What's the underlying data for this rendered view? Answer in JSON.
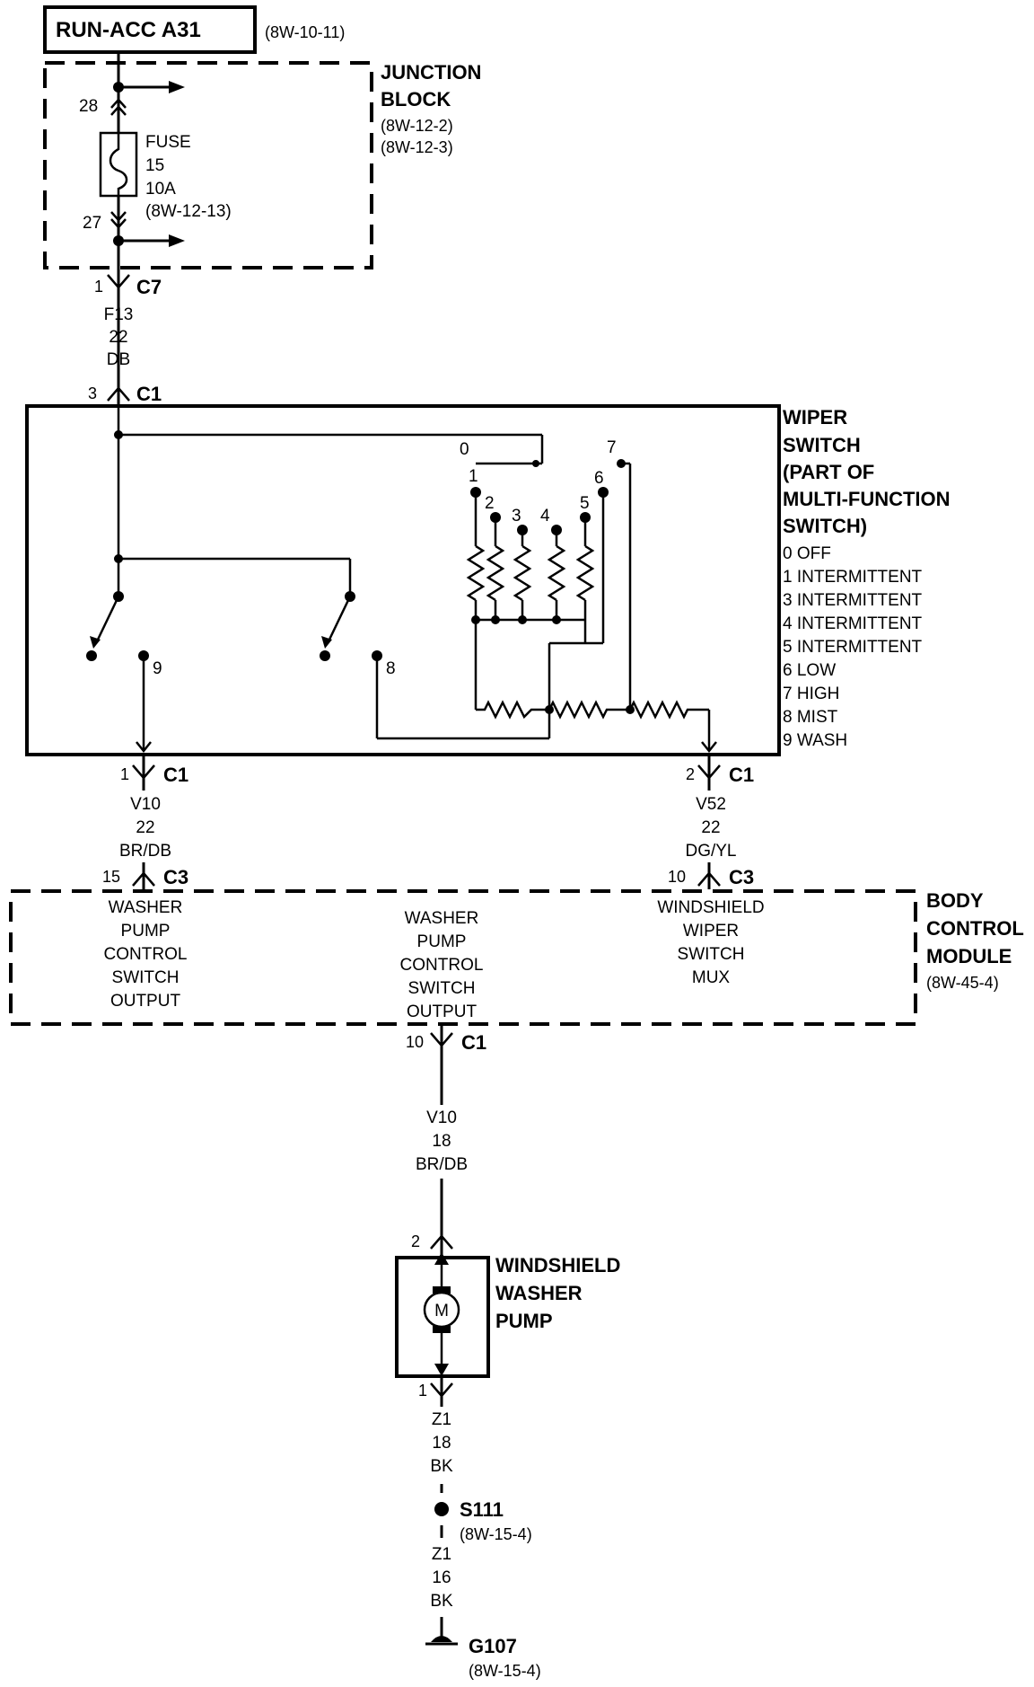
{
  "source": {
    "label": "RUN-ACC A31",
    "ref": "(8W-10-11)"
  },
  "junction_block": {
    "title": [
      "JUNCTION",
      "BLOCK"
    ],
    "refs": [
      "(8W-12-2)",
      "(8W-12-3)"
    ],
    "pin_in": "28",
    "pin_out": "27"
  },
  "fuse": {
    "lines": [
      "FUSE",
      "15",
      "10A",
      "(8W-12-13)"
    ]
  },
  "c7": {
    "pin": "1",
    "name": "C7"
  },
  "wire_f13": [
    "F13",
    "22",
    "DB"
  ],
  "wiper_c1_in": {
    "pin": "3",
    "name": "C1"
  },
  "wiper_switch": {
    "title": [
      "WIPER",
      "SWITCH",
      "(PART OF",
      "MULTI-FUNCTION",
      "SWITCH)"
    ],
    "positions": [
      "0 OFF",
      "1 INTERMITTENT",
      "3 INTERMITTENT",
      "4 INTERMITTENT",
      "5 INTERMITTENT",
      "6 LOW",
      "7 HIGH",
      "8 MIST",
      "9 WASH"
    ],
    "contact_labels": [
      "0",
      "1",
      "2",
      "3",
      "4",
      "5",
      "6",
      "7",
      "9",
      "8"
    ]
  },
  "wiper_c1_pin1": {
    "pin": "1",
    "name": "C1"
  },
  "wiper_c1_pin2": {
    "pin": "2",
    "name": "C1"
  },
  "wire_v10_a": [
    "V10",
    "22",
    "BR/DB"
  ],
  "wire_v52": [
    "V52",
    "22",
    "DG/YL"
  ],
  "bcm_c3_15": {
    "pin": "15",
    "name": "C3"
  },
  "bcm_c3_10": {
    "pin": "10",
    "name": "C3"
  },
  "bcm": {
    "title": [
      "BODY",
      "CONTROL",
      "MODULE"
    ],
    "ref": "(8W-45-4)",
    "inner_left": [
      "WASHER",
      "PUMP",
      "CONTROL",
      "SWITCH",
      "OUTPUT"
    ],
    "inner_mid": [
      "WASHER",
      "PUMP",
      "CONTROL",
      "SWITCH",
      "OUTPUT"
    ],
    "inner_right": [
      "WINDSHIELD",
      "WIPER",
      "SWITCH",
      "MUX"
    ]
  },
  "bcm_c1": {
    "pin": "10",
    "name": "C1"
  },
  "wire_v10_b": [
    "V10",
    "18",
    "BR/DB"
  ],
  "pump": {
    "title": [
      "WINDSHIELD",
      "WASHER",
      "PUMP"
    ],
    "pin_in": "2",
    "pin_out": "1",
    "motor": "M"
  },
  "wire_z1_a": [
    "Z1",
    "18",
    "BK"
  ],
  "splice": {
    "name": "S111",
    "ref": "(8W-15-4)"
  },
  "wire_z1_b": [
    "Z1",
    "16",
    "BK"
  ],
  "ground": {
    "name": "G107",
    "ref": "(8W-15-4)"
  }
}
